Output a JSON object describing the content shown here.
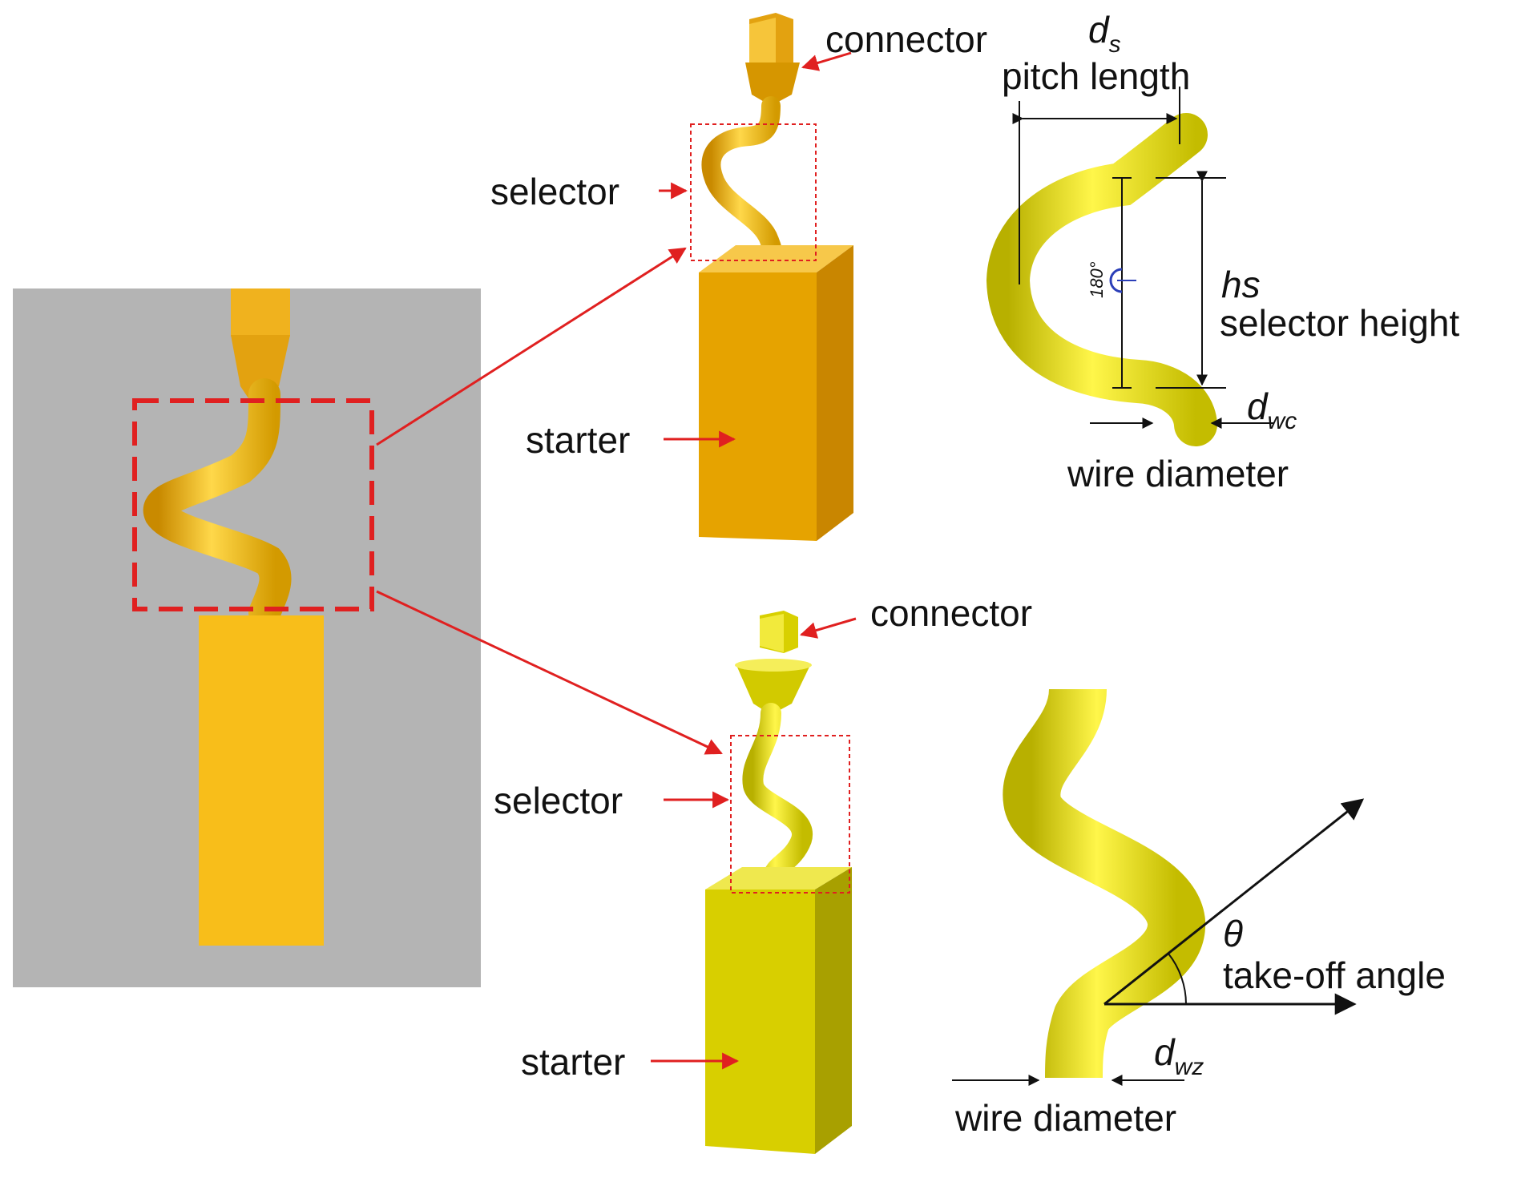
{
  "top_view": {
    "connector_label": "connector",
    "selector_label": "selector",
    "starter_label": "starter"
  },
  "top_detail": {
    "ds_symbol": "d",
    "ds_subscript": "s",
    "pitch_label": "pitch length",
    "angle_label": "180°",
    "hs_symbol": "hs",
    "height_label": "selector height",
    "dwc_symbol": "d",
    "dwc_subscript": "wc",
    "wire_label": "wire diameter"
  },
  "bottom_view": {
    "connector_label": "connector",
    "selector_label": "selector",
    "starter_label": "starter"
  },
  "bottom_detail": {
    "theta_symbol": "θ",
    "takeoff_label": "take-off angle",
    "dwz_symbol": "d",
    "dwz_subscript": "wz",
    "wire_label": "wire diameter"
  },
  "colors": {
    "panel_gray": "#b4b4b4",
    "orange_yellow": "#f4b400",
    "yellow": "#f0e800",
    "callout_red": "#e02020",
    "angle_blue": "#2b3fb8"
  }
}
